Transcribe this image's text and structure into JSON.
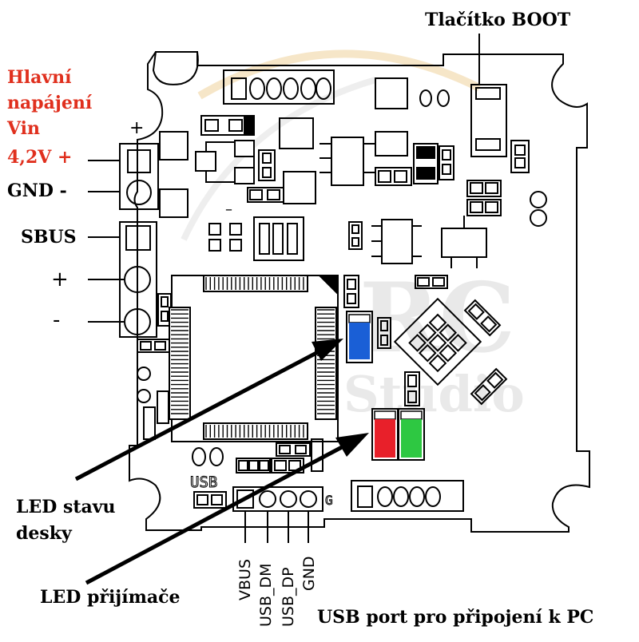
{
  "labels": {
    "power_line1": "Hlavní",
    "power_line2": "napájení",
    "power_line3": "Vin",
    "power_line4": "4,2V +",
    "gnd": "GND -",
    "sbus": "SBUS",
    "plus": "+",
    "minus": "-",
    "boot": "Tlačítko BOOT",
    "led_board_1": "LED stavu",
    "led_board_2": "desky",
    "led_rx": "LED přijímače",
    "usb_port": "USB port pro připojení k PC",
    "silk_plus": "+",
    "silk_minus": "–",
    "silk_usb": "USB",
    "silk_g": "G",
    "pin_vbus": "VBUS",
    "pin_dm": "USB_DM",
    "pin_dp": "USB_DP",
    "pin_gnd": "GND"
  },
  "colors": {
    "title_red": "#e0301e",
    "led_blue": "#1a5fd6",
    "led_red": "#e8202a",
    "led_green": "#2ec842",
    "watermark": "#e9e9e9",
    "watermark_orange": "#f6e6c8"
  },
  "watermark": {
    "line1": "RC",
    "line2": "Studio"
  }
}
